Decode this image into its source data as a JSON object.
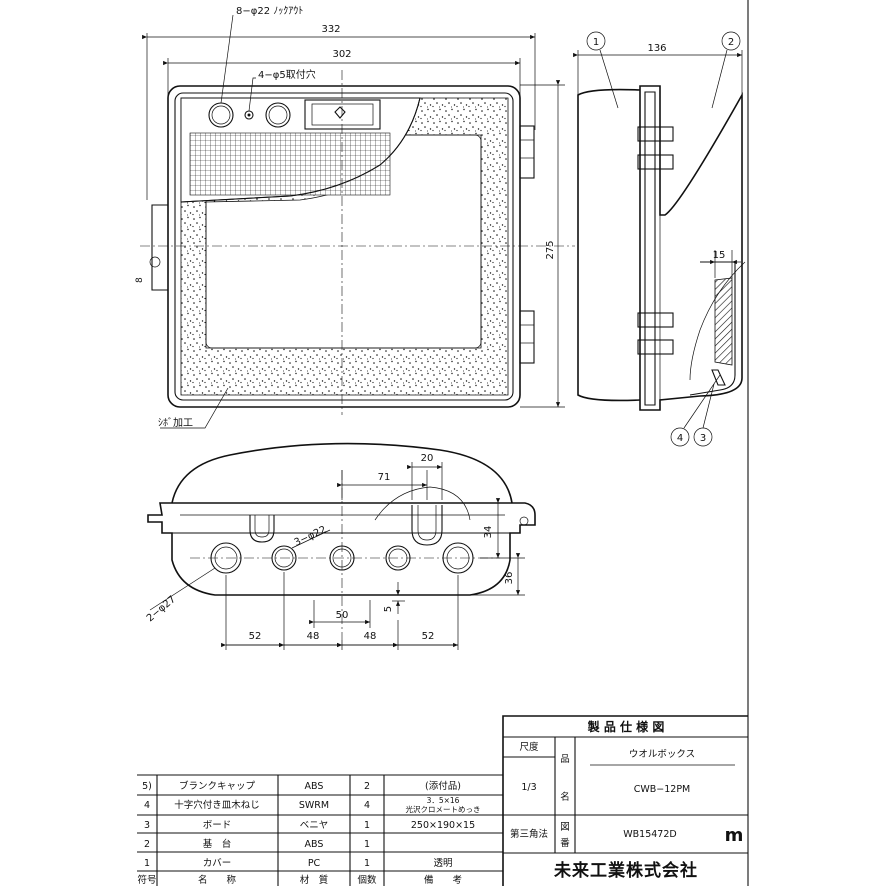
{
  "front_view": {
    "dim_width_outer": "332",
    "dim_width_inner": "302",
    "dim_height": "275",
    "knockout_label": "8−φ22 ﾉｯｸｱｳﾄ",
    "mount_hole_label": "4−φ5取付穴",
    "texture_label": "ｼﾎﾞ加工",
    "small_dim": "8"
  },
  "side_view": {
    "dim_depth": "136",
    "dim_small": "15",
    "balloons": [
      "1",
      "2",
      "3",
      "4"
    ]
  },
  "bottom_view": {
    "dim_71": "71",
    "dim_20": "20",
    "dim_34": "34",
    "dim_36": "36",
    "dim_50": "50",
    "dim_5": "5",
    "dim_spacings": [
      "52",
      "48",
      "48",
      "52"
    ],
    "hole_small_label": "3−φ22",
    "hole_large_label": "2−φ27"
  },
  "title_block": {
    "heading": "製 品 仕 様 図",
    "scale_label": "尺度",
    "scale_value": "1/3",
    "product_label_1": "品",
    "product_label_2": "名",
    "product_name": "ウオルボックス",
    "model_code": "CWB−12PM",
    "projection": "第三角法",
    "drawing_no_label_1": "図",
    "drawing_no_label_2": "番",
    "drawing_no": "WB15472D",
    "company": "未来工業株式会社",
    "logo_mark": "m"
  },
  "parts_table": {
    "headers": [
      "符号",
      "名　　称",
      "材　質",
      "個数",
      "備　　考"
    ],
    "rows": [
      [
        "5)",
        "ブランクキャップ",
        "ABS",
        "2",
        "(添付品)",
        ""
      ],
      [
        "4",
        "十字穴付き皿木ねじ",
        "SWRM",
        "4",
        "3．5×16",
        "光沢クロメートめっき"
      ],
      [
        "3",
        "ボード",
        "ベニヤ",
        "1",
        "250×190×15",
        ""
      ],
      [
        "2",
        "基　台",
        "ABS",
        "1",
        "",
        ""
      ],
      [
        "1",
        "カバー",
        "PC",
        "1",
        "透明",
        ""
      ]
    ]
  }
}
